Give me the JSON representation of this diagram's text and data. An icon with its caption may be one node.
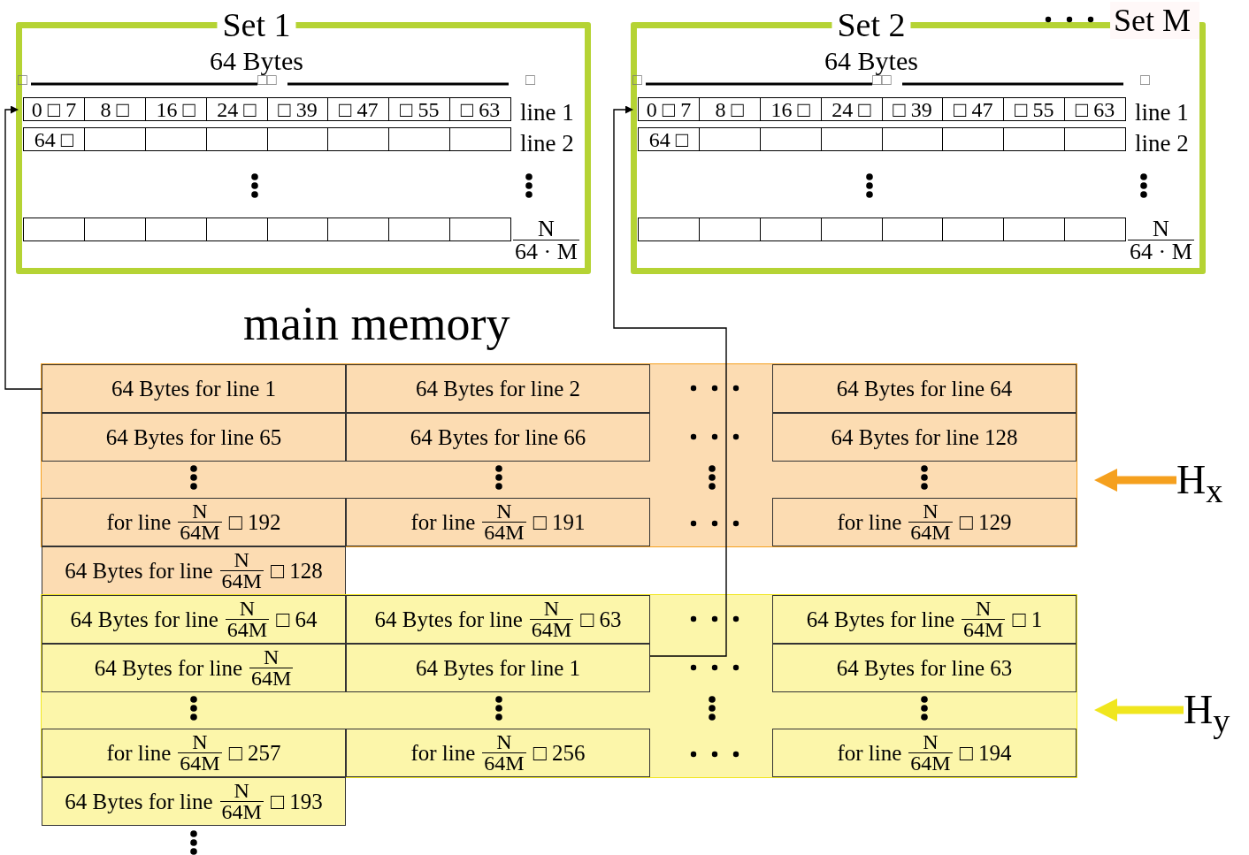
{
  "diagram": {
    "nodes": [
      {
        "text": [
          "Set 1",
          "64 Bytes"
        ]
      },
      {
        "text": [
          "0 □ 7",
          "8 □",
          "16 □",
          "24 □",
          "□ 39",
          "□ 47",
          "□ 55",
          "□ 63"
        ],
        "in": 0,
        "beside": [
          "line 1"
        ]
      },
      {
        "text": [
          "64 □"
        ],
        "in": 0,
        "beside": [
          "line 2"
        ]
      },
      {
        "text": [],
        "shape": "box",
        "in": 0,
        "beside": [
          "N",
          "64 · M"
        ]
      },
      {
        "text": [
          "Set 2",
          "64 Bytes"
        ]
      },
      {
        "text": [
          "0 □ 7",
          "8 □",
          "16 □",
          "24 □",
          "□ 39",
          "□ 47",
          "□ 55",
          "□ 63"
        ],
        "in": 4,
        "beside": [
          "line 1"
        ]
      },
      {
        "text": [
          "64 □"
        ],
        "in": 4,
        "beside": [
          "line 2"
        ]
      },
      {
        "text": [],
        "shape": "box",
        "in": 4,
        "beside": [
          "N",
          "64 · M"
        ]
      },
      {
        "text": [],
        "shape": "box"
      },
      {
        "text": [
          "64 Bytes for line 1"
        ],
        "in": 8
      },
      {
        "text": [
          "64 Bytes for line 2"
        ],
        "in": 8
      },
      {
        "text": [
          "64 Bytes for line 64"
        ],
        "in": 8
      },
      {
        "text": [
          "64 Bytes for line 65"
        ],
        "in": 8
      },
      {
        "text": [
          "64 Bytes for line 66"
        ],
        "in": 8
      },
      {
        "text": [
          "64 Bytes for line 128"
        ],
        "in": 8
      },
      {
        "text": [
          "for line",
          "N",
          "64M",
          "□ 192"
        ],
        "in": 8
      },
      {
        "text": [
          "for line",
          "N",
          "64M",
          "□ 191"
        ],
        "in": 8
      },
      {
        "text": [
          "for line",
          "N",
          "64M",
          "□ 129"
        ],
        "in": 8
      },
      {
        "text": [
          "64 Bytes for line",
          "N",
          "64M",
          "□ 128"
        ]
      },
      {
        "text": [],
        "shape": "box"
      },
      {
        "text": [
          "64 Bytes for line",
          "N",
          "64M",
          "□ 64"
        ],
        "in": 19
      },
      {
        "text": [
          "64 Bytes for line",
          "N",
          "64M",
          "□ 63"
        ],
        "in": 19
      },
      {
        "text": [
          "64 Bytes for line",
          "N",
          "64M",
          "□ 1"
        ],
        "in": 19
      },
      {
        "text": [
          "64 Bytes for line",
          "N",
          "64M"
        ],
        "in": 19
      },
      {
        "text": [
          "64 Bytes for line 1"
        ],
        "in": 19
      },
      {
        "text": [
          "64 Bytes for line 63"
        ],
        "in": 19
      },
      {
        "text": [
          "for line",
          "N",
          "64M",
          "□ 257"
        ],
        "in": 19
      },
      {
        "text": [
          "for line",
          "N",
          "64M",
          "□ 256"
        ],
        "in": 19
      },
      {
        "text": [
          "for line",
          "N",
          "64M",
          "□ 194"
        ],
        "in": 19
      },
      {
        "text": [
          "64 Bytes for line",
          "N",
          "64M",
          "□ 193"
        ]
      },
      {
        "text": [
          "H$_{x}$"
        ]
      },
      {
        "text": [
          "H$_{y}$"
        ]
      }
    ],
    "edges": [
      {
        "from": 9,
        "to": 1,
        "arrow": "to"
      },
      {
        "from": 24,
        "to": 5,
        "arrow": "to"
      },
      {
        "from": 30,
        "to": 8,
        "arrow": "to",
        "style": "thick",
        "color": "#f5a01e"
      },
      {
        "from": 31,
        "to": 19,
        "arrow": "to",
        "style": "thick",
        "color": "#f0e61e"
      }
    ],
    "labels": [
      "Set M",
      "□",
      "□□",
      "□",
      "□",
      "□□",
      "□",
      "main memory"
    ]
  }
}
